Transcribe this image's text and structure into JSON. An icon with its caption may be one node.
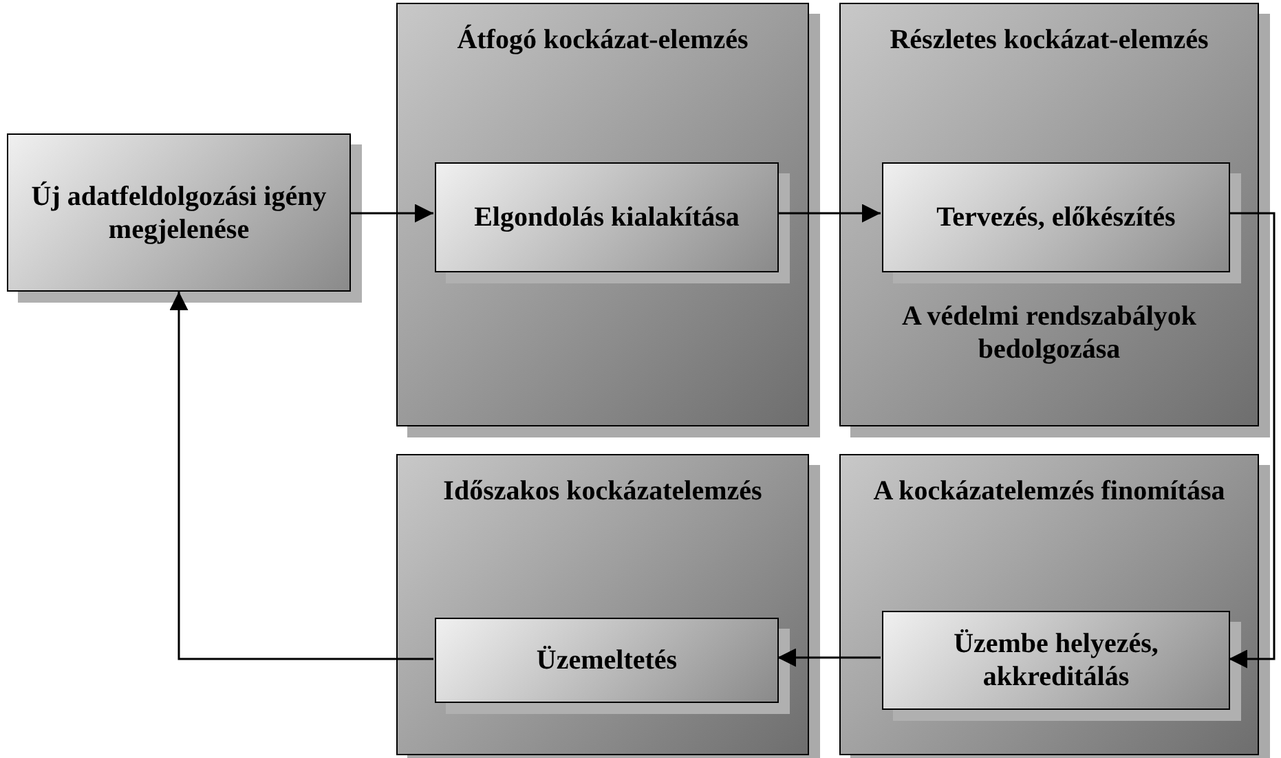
{
  "diagram": {
    "nodes": [
      {
        "text": [
          "Új adatfeldolgozási igény megjelenése"
        ]
      },
      {
        "text": [
          "Átfogó kockázat-elemzés"
        ]
      },
      {
        "text": [
          "Elgondolás kialakítása"
        ],
        "in": 1
      },
      {
        "text": [
          "Részletes kockázat-elemzés",
          "A védelmi rendszabályok bedolgozása"
        ]
      },
      {
        "text": [
          "Tervezés, előkészítés"
        ],
        "in": 3
      },
      {
        "text": [
          "Időszakos kockázatelemzés"
        ]
      },
      {
        "text": [
          "Üzemeltetés"
        ],
        "in": 5
      },
      {
        "text": [
          "A kockázatelemzés finomítása"
        ]
      },
      {
        "text": [
          "Üzembe helyezés, akkreditálás"
        ],
        "in": 7
      }
    ],
    "edges": [
      {
        "from": 0,
        "to": 2,
        "arrow": "to"
      },
      {
        "from": 2,
        "to": 4,
        "arrow": "to"
      },
      {
        "from": 4,
        "to": 8,
        "arrow": "to"
      },
      {
        "from": 8,
        "to": 6,
        "arrow": "to"
      },
      {
        "from": 6,
        "to": 0,
        "arrow": "to"
      }
    ]
  }
}
